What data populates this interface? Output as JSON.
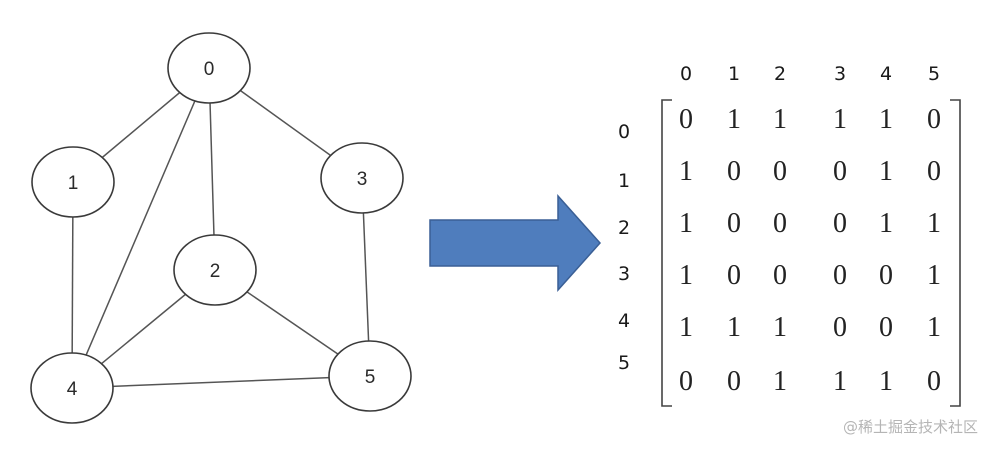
{
  "graph": {
    "nodes": [
      {
        "id": 0,
        "label": "0"
      },
      {
        "id": 1,
        "label": "1"
      },
      {
        "id": 2,
        "label": "2"
      },
      {
        "id": 3,
        "label": "3"
      },
      {
        "id": 4,
        "label": "4"
      },
      {
        "id": 5,
        "label": "5"
      }
    ],
    "edges": [
      [
        0,
        1
      ],
      [
        0,
        2
      ],
      [
        0,
        3
      ],
      [
        0,
        4
      ],
      [
        1,
        4
      ],
      [
        2,
        4
      ],
      [
        2,
        5
      ],
      [
        3,
        5
      ],
      [
        4,
        5
      ]
    ]
  },
  "matrix": {
    "column_labels": [
      "0",
      "1",
      "2",
      "3",
      "4",
      "5"
    ],
    "row_labels": [
      "0",
      "1",
      "2",
      "3",
      "4",
      "5"
    ],
    "rows": [
      [
        "0",
        "1",
        "1",
        "1",
        "1",
        "0"
      ],
      [
        "1",
        "0",
        "0",
        "0",
        "1",
        "0"
      ],
      [
        "1",
        "0",
        "0",
        "0",
        "1",
        "1"
      ],
      [
        "1",
        "0",
        "0",
        "0",
        "0",
        "1"
      ],
      [
        "1",
        "1",
        "1",
        "0",
        "0",
        "1"
      ],
      [
        "0",
        "0",
        "1",
        "1",
        "1",
        "0"
      ]
    ]
  },
  "arrow": {
    "fill": "#4f7dbd",
    "stroke": "#3a5f95"
  },
  "watermark": "@稀土掘金技术社区"
}
